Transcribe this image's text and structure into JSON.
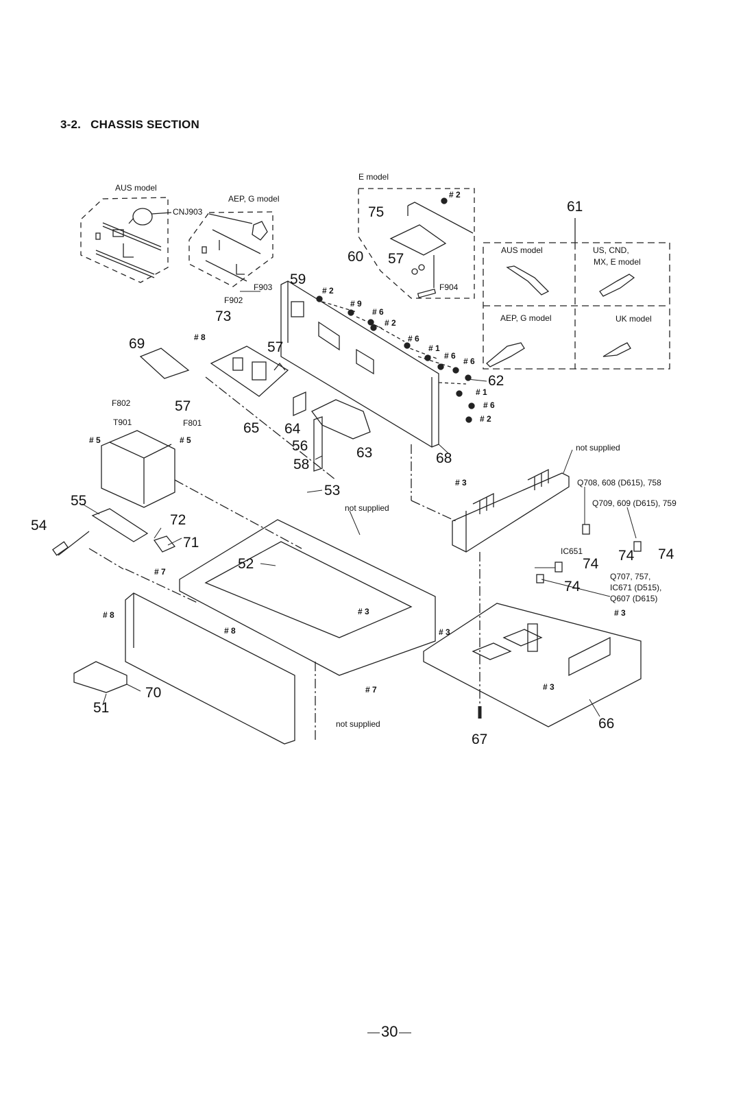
{
  "section": {
    "number": "3-2.",
    "title": "CHASSIS SECTION"
  },
  "page_number": "30",
  "variant_boxes": {
    "aus_cnj": "AUS model",
    "aep_g_cnj": "AEP, G model",
    "e_model": "E model",
    "cord_aus": "AUS model",
    "cord_us": "US, CND,",
    "cord_us2": "MX, E model",
    "cord_aep": "AEP, G model",
    "cord_uk": "UK model"
  },
  "notes": {
    "not_supplied_1": "not supplied",
    "not_supplied_2": "not supplied",
    "not_supplied_3": "not supplied"
  },
  "components": {
    "cnj903": "CNJ903",
    "f902": "F902",
    "f903": "F903",
    "f904": "F904",
    "f801": "F801",
    "f802": "F802",
    "t901": "T901",
    "ic651": "IC651",
    "q708": "Q708, 608 (D615), 758",
    "q709": "Q709, 609 (D615), 759",
    "q707a": "Q707, 757,",
    "q707b": "IC671 (D515),",
    "q707c": "Q607 (D615)"
  },
  "refs": {
    "r51": "51",
    "r52": "52",
    "r53": "53",
    "r54": "54",
    "r55": "55",
    "r56": "56",
    "r57a": "57",
    "r57b": "57",
    "r57c": "57",
    "r58": "58",
    "r59": "59",
    "r60": "60",
    "r61": "61",
    "r62": "62",
    "r63": "63",
    "r64": "64",
    "r65": "65",
    "r66": "66",
    "r67": "67",
    "r68": "68",
    "r69": "69",
    "r70": "70",
    "r71": "71",
    "r72": "72",
    "r73": "73",
    "r74a": "74",
    "r74b": "74",
    "r74c": "74",
    "r74d": "74",
    "r75": "75"
  },
  "screws": {
    "s2_e": "# 2",
    "s2_a": "# 2",
    "s9": "# 9",
    "s6_a": "# 6",
    "s2_b": "# 2",
    "s6_b": "# 6",
    "s1_a": "# 1",
    "s6_c": "# 6",
    "s6_d": "# 6",
    "s1_b": "# 1",
    "s6_e": "# 6",
    "s2_c": "# 2",
    "s8_a": "# 8",
    "s5_a": "# 5",
    "s5_b": "# 5",
    "s3_a": "# 3",
    "s7_a": "# 7",
    "s3_b": "# 3",
    "s8_b": "# 8",
    "s8_c": "# 8",
    "s7_b": "# 7",
    "s3_c": "# 3",
    "s3_d": "# 3",
    "s3_e": "# 3"
  }
}
